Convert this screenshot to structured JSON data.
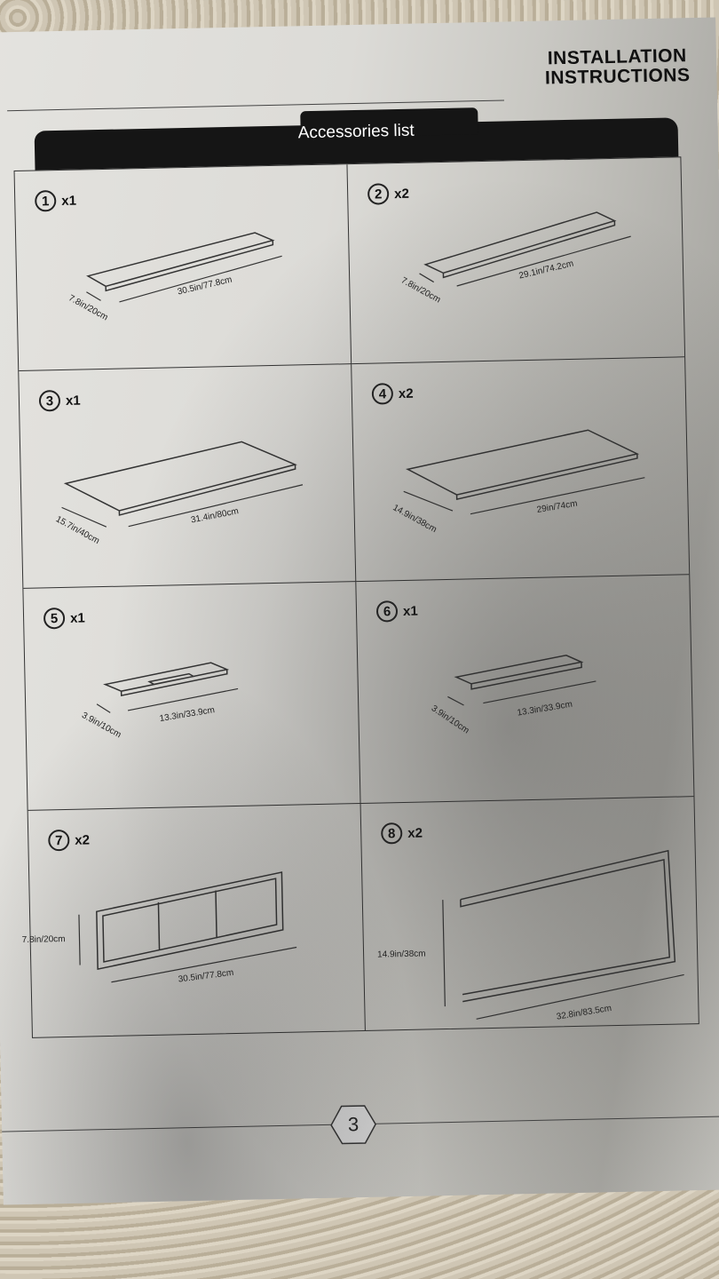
{
  "header": {
    "line1": "INSTALLATION",
    "line2": "INSTRUCTIONS"
  },
  "section_title": "Accessories list",
  "parts": [
    {
      "number": "1",
      "qty": "x1",
      "width": "7.8in/20cm",
      "length": "30.5in/77.8cm"
    },
    {
      "number": "2",
      "qty": "x2",
      "width": "7.8in/20cm",
      "length": "29.1in/74.2cm"
    },
    {
      "number": "3",
      "qty": "x1",
      "width": "15.7in/40cm",
      "length": "31.4in/80cm"
    },
    {
      "number": "4",
      "qty": "x2",
      "width": "14.9in/38cm",
      "length": "29in/74cm"
    },
    {
      "number": "5",
      "qty": "x1",
      "width": "3.9in/10cm",
      "length": "13.3in/33.9cm"
    },
    {
      "number": "6",
      "qty": "x1",
      "width": "3.9in/10cm",
      "length": "13.3in/33.9cm"
    },
    {
      "number": "7",
      "qty": "x2",
      "width": "7.8in/20cm",
      "length": "30.5in/77.8cm"
    },
    {
      "number": "8",
      "qty": "x2",
      "width": "14.9in/38cm",
      "length": "32.8in/83.5cm"
    }
  ],
  "page_number": "3"
}
